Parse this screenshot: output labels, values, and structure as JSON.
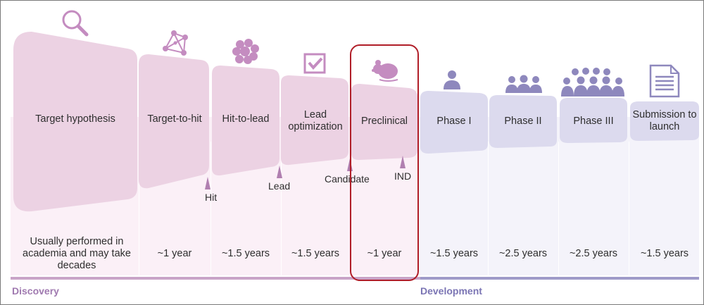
{
  "colors": {
    "discovery_shape": "#ecd2e3",
    "discovery_bg": "#fbf0f7",
    "development_shape": "#dcdaee",
    "development_bg": "#f4f3fa",
    "discovery_bar": "#c9a4c8",
    "development_bar": "#9f9bc9",
    "discovery_text": "#a07ab0",
    "development_text": "#7b75b4",
    "discovery_icon": "#c48cc0",
    "development_icon": "#8e88bd",
    "highlight": "#b01e28",
    "arrow": "#b07fb0"
  },
  "stages": [
    {
      "label": "Target hypothesis",
      "duration": "Usually performed in academia and may take decades",
      "icon": "magnifier-icon"
    },
    {
      "label": "Target-to-hit",
      "duration": "~1 year",
      "icon": "network-icon"
    },
    {
      "label": "Hit-to-lead",
      "duration": "~1.5 years",
      "icon": "molecule-cluster-icon"
    },
    {
      "label": "Lead optimization",
      "duration": "~1.5 years",
      "icon": "checkbox-icon"
    },
    {
      "label": "Preclinical",
      "duration": "~1 year",
      "icon": "mouse-icon"
    },
    {
      "label": "Phase I",
      "duration": "~1.5 years",
      "icon": "person-icon"
    },
    {
      "label": "Phase II",
      "duration": "~2.5 years",
      "icon": "group-small-icon"
    },
    {
      "label": "Phase III",
      "duration": "~2.5 years",
      "icon": "group-large-icon"
    },
    {
      "label": "Submission to launch",
      "duration": "~1.5 years",
      "icon": "document-icon"
    }
  ],
  "milestones": [
    "Hit",
    "Lead",
    "Candidate",
    "IND"
  ],
  "phases": [
    "Discovery",
    "Development"
  ]
}
